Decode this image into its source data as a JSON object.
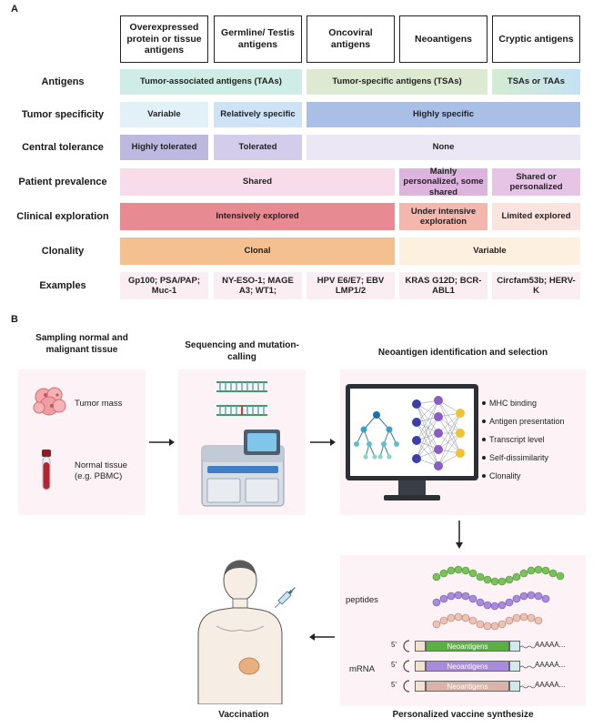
{
  "panelA": {
    "letter": "A",
    "columns": [
      "Overexpressed protein or tissue antigens",
      "Germline/ Testis antigens",
      "Oncoviral antigens",
      "Neoantigens",
      "Cryptic antigens"
    ],
    "rows": {
      "antigens": {
        "label": "Antigens",
        "taa": "Tumor-associated antigens (TAAs)",
        "tsa": "Tumor-specific antigens (TSAs)",
        "cryptic": "TSAs or TAAs"
      },
      "specificity": {
        "label": "Tumor specificity",
        "over": "Variable",
        "germ": "Relatively specific",
        "rest": "Highly specific"
      },
      "tolerance": {
        "label": "Central tolerance",
        "over": "Highly tolerated",
        "germ": "Tolerated",
        "rest": "None"
      },
      "prevalence": {
        "label": "Patient prevalence",
        "shared": "Shared",
        "neo": "Mainly personalized, some shared",
        "cryptic": "Shared or personalized"
      },
      "clinical": {
        "label": "Clinical exploration",
        "main": "Intensively explored",
        "neo": "Under intensive exploration",
        "cryptic": "Limited explored"
      },
      "clonality": {
        "label": "Clonality",
        "clonal": "Clonal",
        "variable": "Variable"
      },
      "examples": {
        "label": "Examples",
        "over": "Gp100; PSA/PAP; Muc-1",
        "germ": "NY-ESO-1; MAGE A3; WT1;",
        "onco": "HPV E6/E7; EBV LMP1/2",
        "neo": "KRAS G12D; BCR-ABL1",
        "cryptic": "Circfam53b; HERV-K"
      }
    },
    "colors": {
      "taa": "#cfece6",
      "tsa": "#dcead2",
      "cryptic_ant": "#c9e6f2",
      "variable": "#e2f1f8",
      "relspec": "#cfe3f6",
      "highspec": "#a9bfe6",
      "hightol": "#bdb8e0",
      "tol": "#d3cdeb",
      "none": "#ebe7f5",
      "shared": "#f8dcea",
      "neo_prev": "#dcb4de",
      "cryptic_prev": "#e6c4e6",
      "intensive": "#e88a92",
      "under": "#f3b7ae",
      "limited": "#fbe4df",
      "clonal": "#f5c08f",
      "variable_clon": "#fdf0df",
      "examples": "#fbeef2"
    }
  },
  "panelB": {
    "letter": "B",
    "sampling": {
      "title": "Sampling normal and malignant tissue",
      "tumor": "Tumor mass",
      "normal": "Normal tissue (e.g. PBMC)"
    },
    "sequencing": {
      "title": "Sequencing and mutation-calling"
    },
    "selection": {
      "title": "Neoantigen identification and selection",
      "criteria": [
        "MHC binding",
        "Antigen presentation",
        "Transcript level",
        "Self-dissimilarity",
        "Clonality"
      ]
    },
    "synthesis": {
      "title": "Personalized vaccine synthesize",
      "peptides": "peptides",
      "mrna": "mRNA",
      "prime": "5'",
      "neo": "Neoantigens",
      "polyA": "AAAAA..."
    },
    "vaccination": {
      "title": "Vaccination"
    }
  }
}
